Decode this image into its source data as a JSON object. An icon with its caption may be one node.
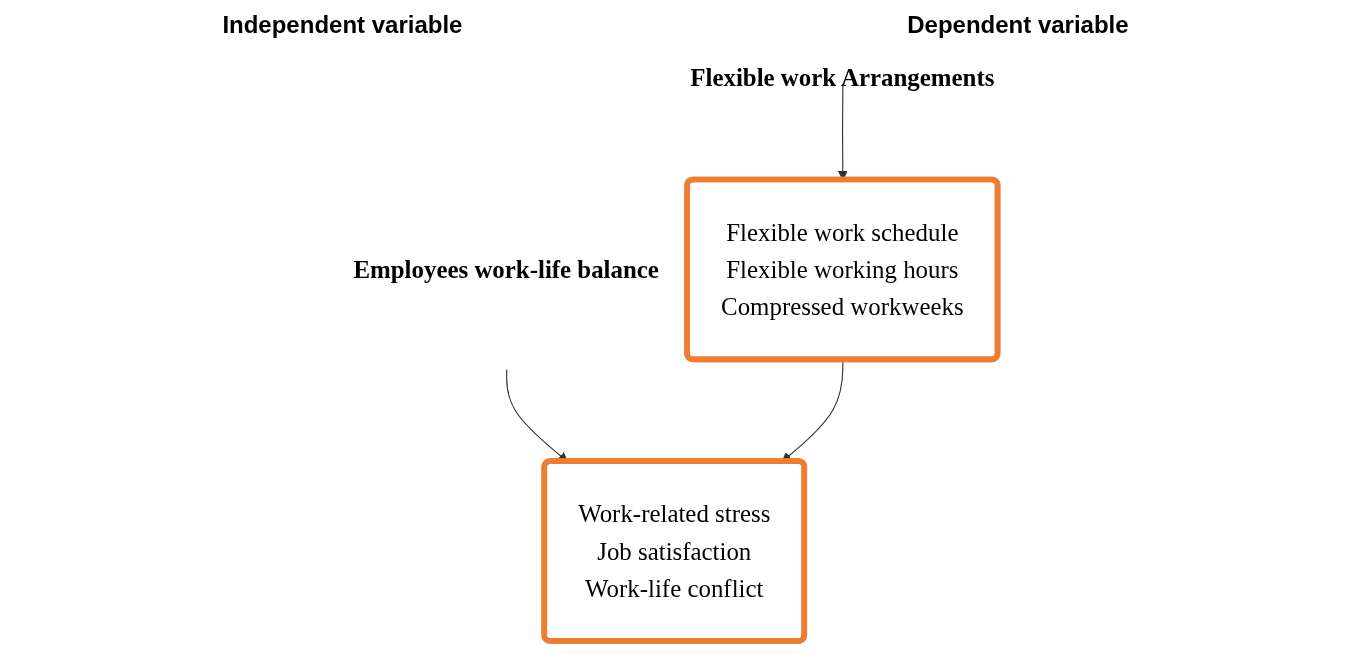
{
  "diagram": {
    "nodes": [
      {
        "text": [
          "Flexible work Arrangements"
        ]
      },
      {
        "text": [
          "Flexible work schedule",
          "Flexible working hours",
          "Compressed workweeks"
        ]
      },
      {
        "text": [
          "Employees work-life balance"
        ]
      },
      {
        "text": [
          "Work-related stress",
          "Job satisfaction",
          "Work-life conflict"
        ]
      }
    ],
    "edges": [
      {
        "from": 0,
        "to": 1,
        "arrow": "to"
      },
      {
        "from": 2,
        "to": 3,
        "arrow": "to"
      },
      {
        "from": 1,
        "to": 3,
        "arrow": "to"
      }
    ],
    "labels": [
      "Independent variable",
      "Dependent variable"
    ]
  }
}
